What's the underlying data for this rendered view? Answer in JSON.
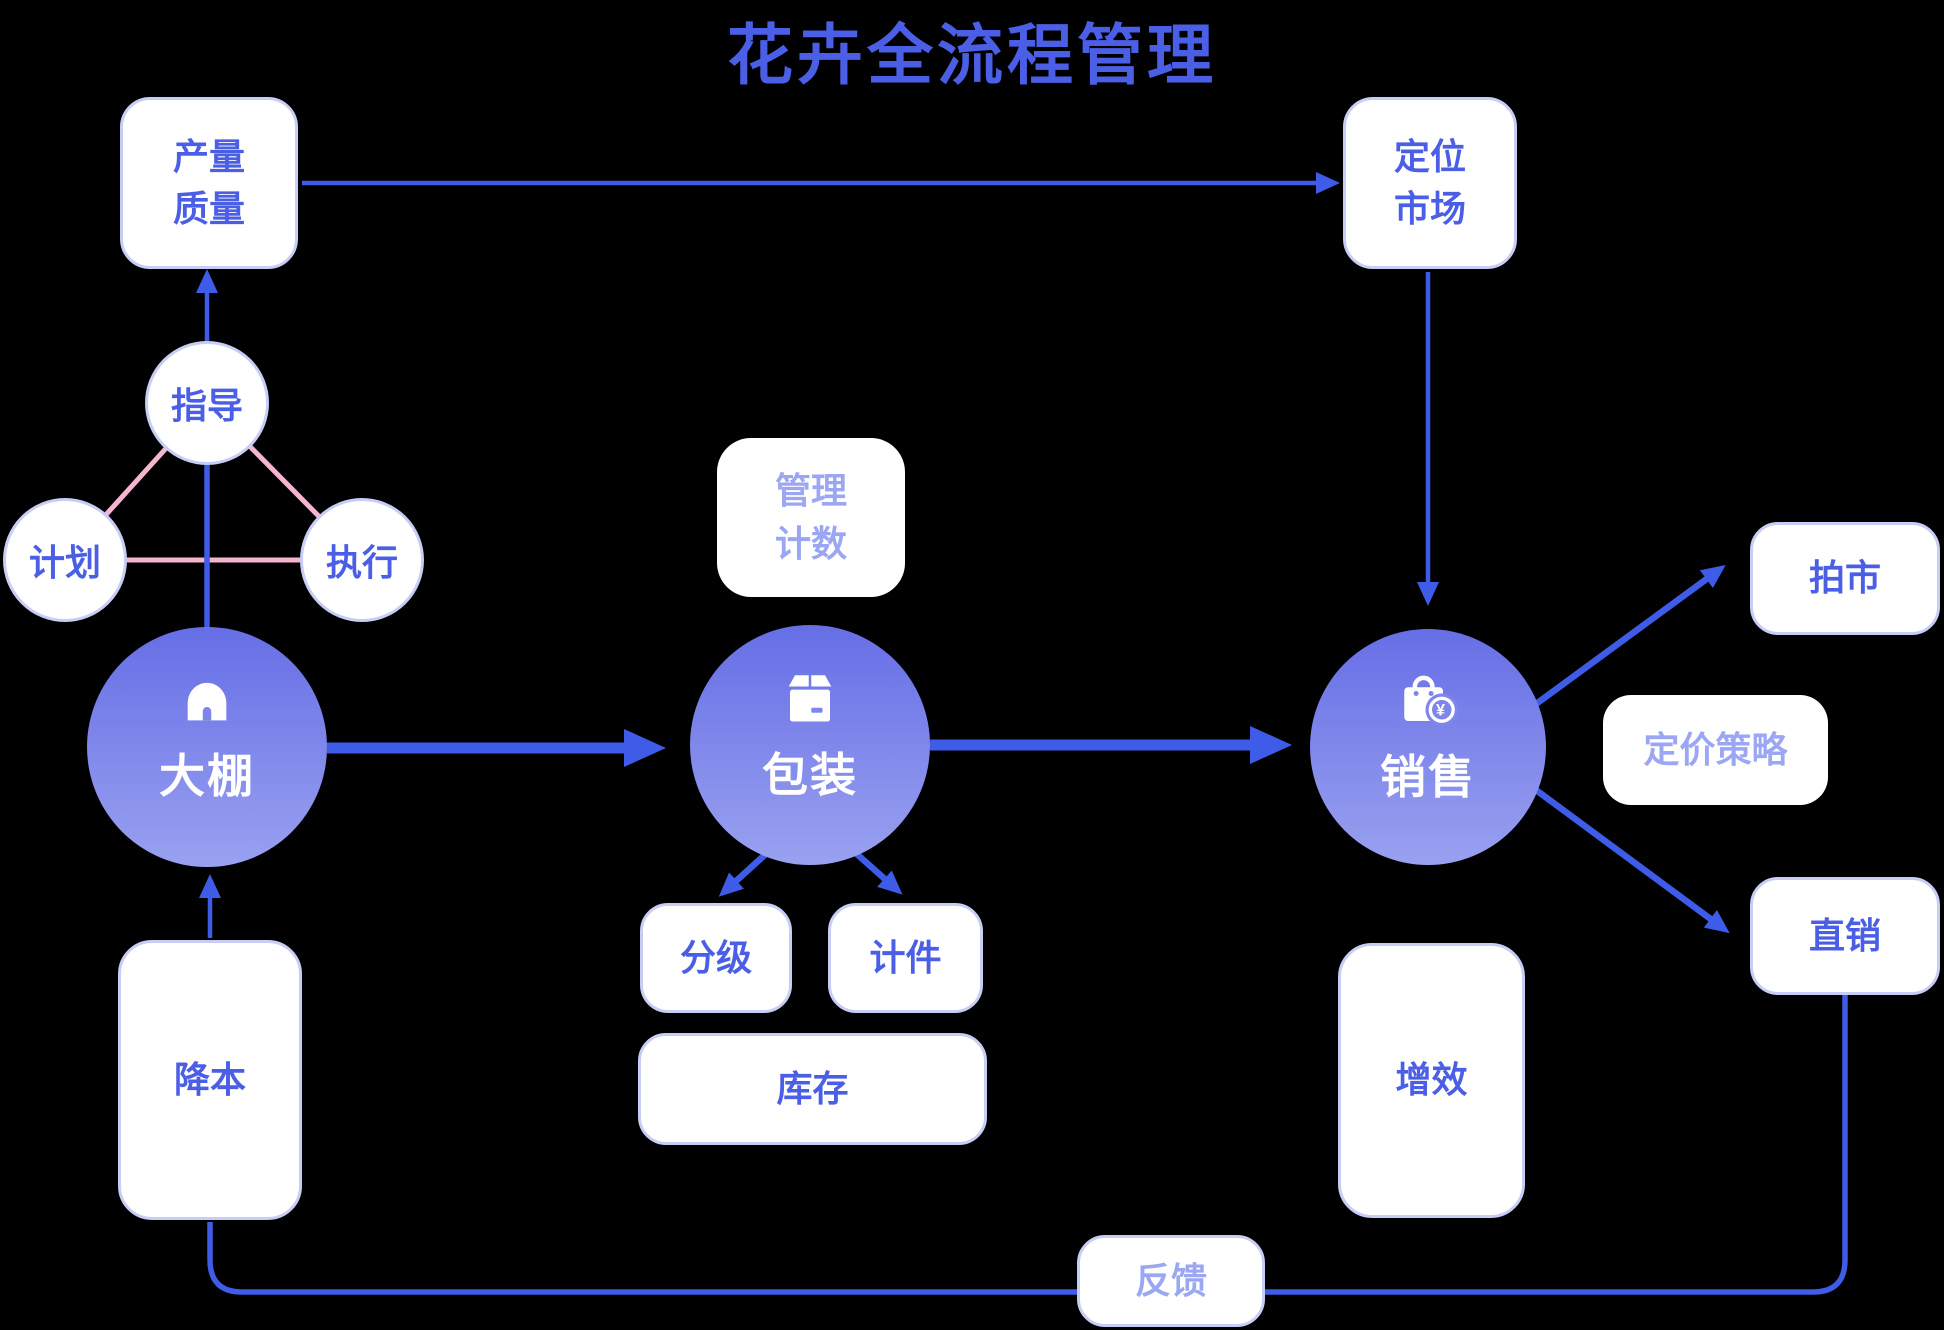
{
  "title": "花卉全流程管理",
  "currency_symbol": "¥",
  "colors": {
    "background": "#000000",
    "accent_blue": "#3e5ce7",
    "pink": "#f5b4cf",
    "node_border": "#c7cdf5",
    "dark_text": "#4b5fe6",
    "light_text": "#9ba7f2",
    "circle_top": "#666ee6",
    "circle_bottom": "#99a1f0",
    "circle_mid": "#7e86ec"
  },
  "nodes": {
    "yield_quality": {
      "line1": "产量",
      "line2": "质量"
    },
    "position_market": {
      "line1": "定位",
      "line2": "市场"
    },
    "guidance": {
      "label": "指导"
    },
    "plan": {
      "label": "计划"
    },
    "execute": {
      "label": "执行"
    },
    "greenhouse": {
      "label": "大棚"
    },
    "manage_count": {
      "line1": "管理",
      "line2": "计数"
    },
    "packaging": {
      "label": "包装"
    },
    "grading": {
      "label": "分级"
    },
    "piecework": {
      "label": "计件"
    },
    "inventory": {
      "label": "库存"
    },
    "sales": {
      "label": "销售"
    },
    "auction_market": {
      "label": "拍市"
    },
    "pricing_strategy": {
      "label": "定价策略"
    },
    "direct_sales": {
      "label": "直销"
    },
    "efficiency_gain": {
      "label": "增效"
    },
    "cost_reduction": {
      "label": "降本"
    },
    "feedback": {
      "label": "反馈"
    }
  }
}
